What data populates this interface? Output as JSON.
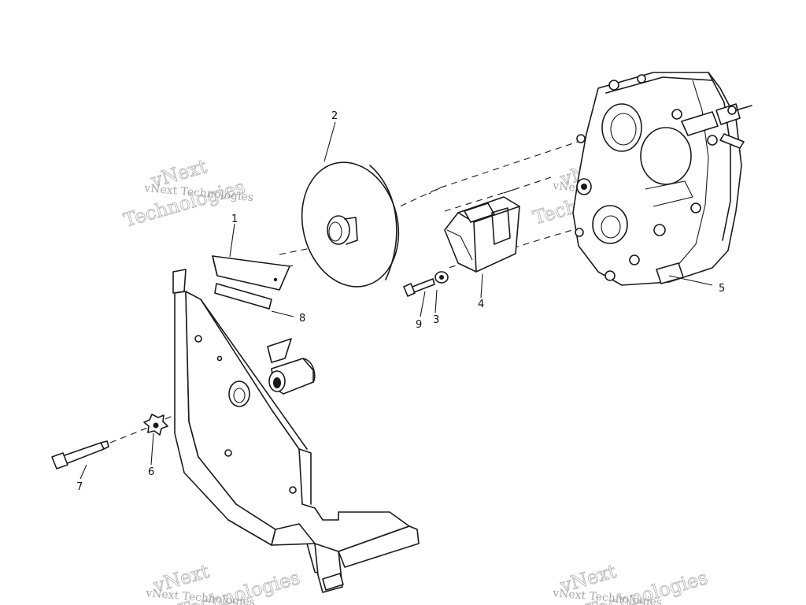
{
  "callouts": {
    "c1": "1",
    "c2": "2",
    "c3": "3",
    "c4": "4",
    "c5": "5",
    "c6": "6",
    "c7": "7",
    "c8": "8",
    "c9": "9"
  },
  "watermark": {
    "line_small": "vNext Technologies",
    "word_a": "vNext",
    "word_b": "Technologies"
  }
}
